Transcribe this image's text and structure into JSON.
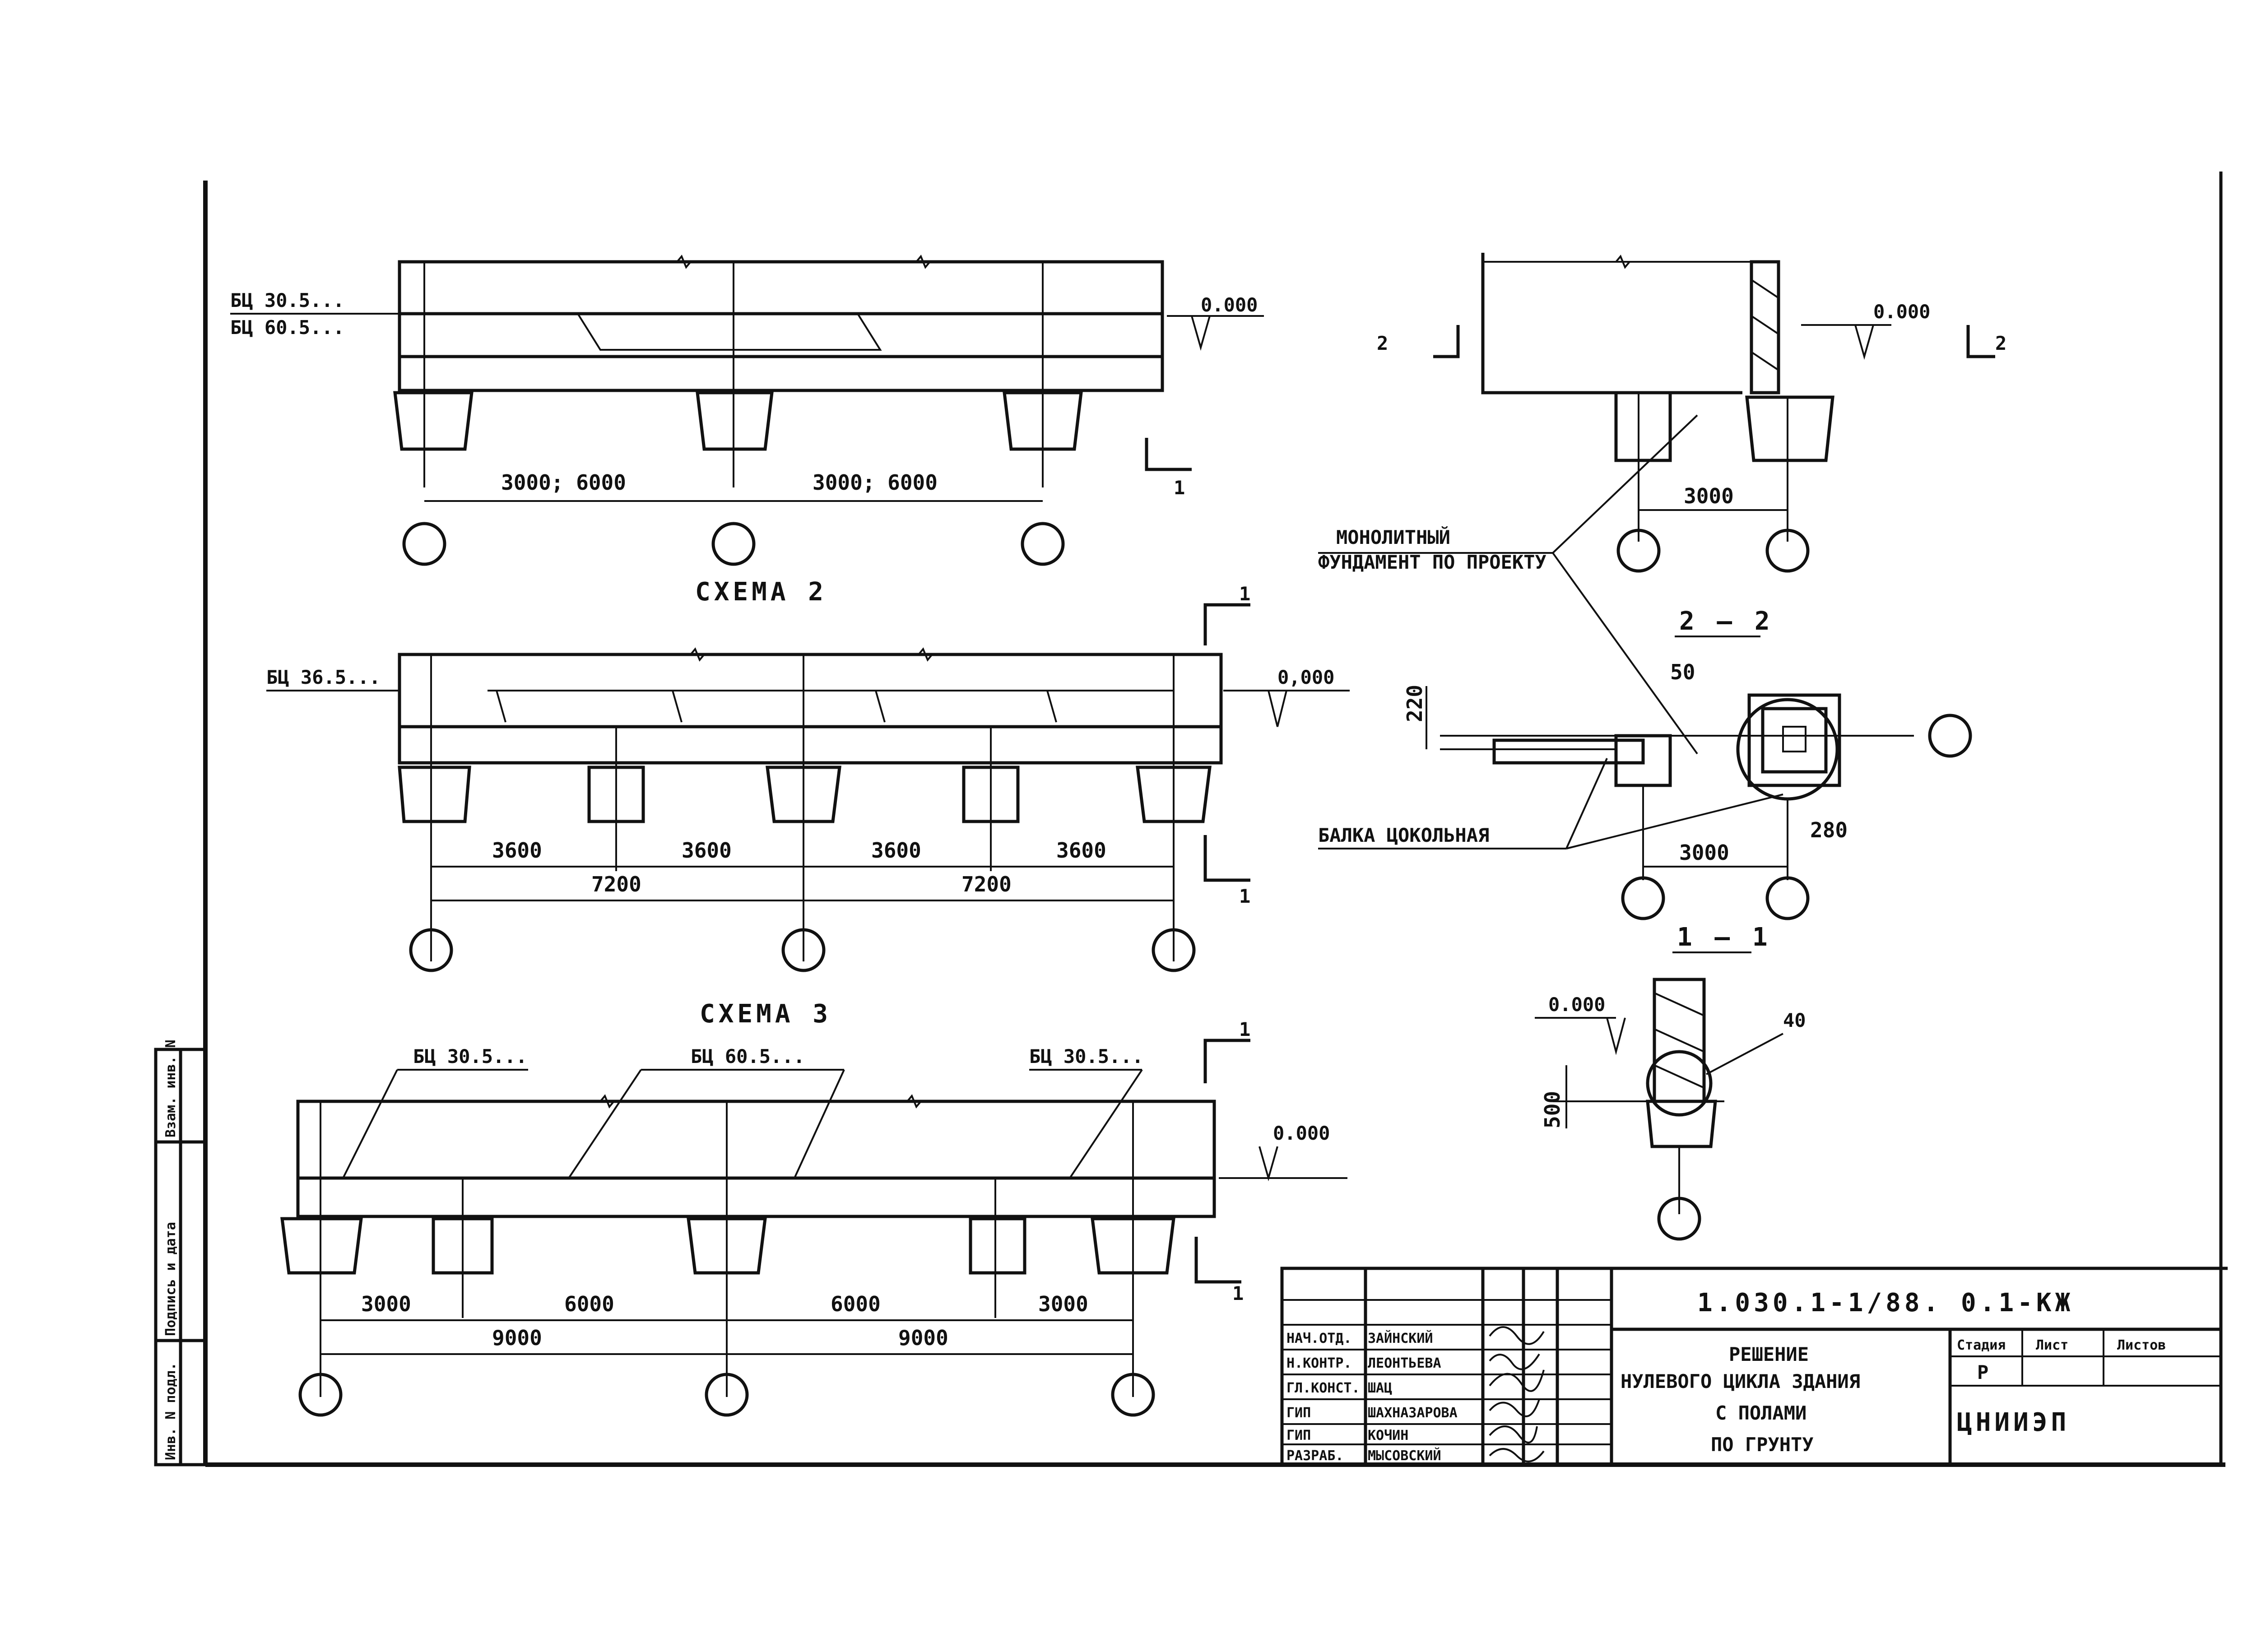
{
  "schema1": {
    "label_top": "БЦ 30.5...",
    "label_bottom": "БЦ 60.5...",
    "level": "0.000",
    "dims": [
      "3000; 6000",
      "3000; 6000"
    ],
    "section_mark": "1"
  },
  "schema2": {
    "title": "СХЕМА 2",
    "label": "БЦ 36.5...",
    "level": "0,000",
    "dims_small": [
      "3600",
      "3600",
      "3600",
      "3600"
    ],
    "dims_large": [
      "7200",
      "7200"
    ],
    "section_mark": "1"
  },
  "schema3": {
    "title": "СХЕМА 3",
    "labels": [
      "БЦ 30.5...",
      "БЦ 60.5...",
      "БЦ 30.5..."
    ],
    "level": "0.000",
    "dims_small": [
      "3000",
      "6000",
      "6000",
      "3000"
    ],
    "dims_large": [
      "9000",
      "9000"
    ],
    "section_mark": "1"
  },
  "detail_top": {
    "mark": "2",
    "level": "0.000",
    "dim": "3000"
  },
  "callouts": {
    "foundation_line1": "МОНОЛИТНЫЙ",
    "foundation_line2": "ФУНДАМЕНТ ПО ПРОЕКТУ",
    "beam": "БАЛКА ЦОКОЛЬНАЯ"
  },
  "section22": {
    "title": "2 – 2",
    "dim_220": "220",
    "dim_50": "50",
    "dim_280": "280",
    "dim": "3000"
  },
  "section11": {
    "title": "1 – 1",
    "level": "0.000",
    "dim_40": "40",
    "dim_500": "500"
  },
  "side_stamp": [
    "Инв. N подл.",
    "Подпись и дата",
    "Взам. инв. N"
  ],
  "title_block": {
    "doc_code": "1.030.1-1/88. 0.1-КЖ",
    "title_lines": [
      "РЕШЕНИЕ",
      "НУЛЕВОГО ЦИКЛА ЗДАНИЯ",
      "С ПОЛАМИ",
      "ПО ГРУНТУ"
    ],
    "org": "ЦНИИЭП",
    "stage_header": "Стадия",
    "sheet_header": "Лист",
    "sheets_header": "Листов",
    "stage": "Р",
    "sheet": "",
    "sheets": "",
    "roles": [
      {
        "role": "НАЧ.ОТД.",
        "name": "ЗАЙНСКИЙ"
      },
      {
        "role": "Н.КОНТР.",
        "name": "ЛЕОНТЬЕВА"
      },
      {
        "role": "ГЛ.КОНСТ.",
        "name": "ШАЦ"
      },
      {
        "role": "ГИП",
        "name": "ШАХНАЗАРОВА"
      },
      {
        "role": "ГИП",
        "name": "КОЧИН"
      },
      {
        "role": "РАЗРАБ.",
        "name": "МЫСОВСКИЙ"
      }
    ]
  }
}
